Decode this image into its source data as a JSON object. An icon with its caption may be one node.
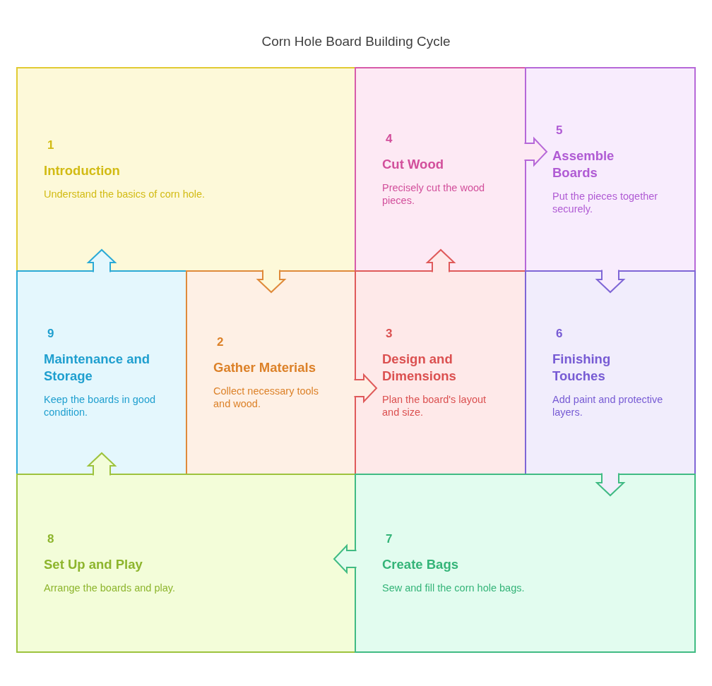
{
  "diagram": {
    "title": "Corn Hole Board Building Cycle",
    "nodes": [
      {
        "text": [
          "1",
          "Introduction",
          "Understand the basics of corn hole."
        ]
      },
      {
        "text": [
          "2",
          "Gather Materials",
          "Collect necessary tools and wood."
        ]
      },
      {
        "text": [
          "3",
          "Design and Dimensions",
          "Plan the board's layout and size."
        ]
      },
      {
        "text": [
          "4",
          "Cut Wood",
          "Precisely cut the wood pieces."
        ]
      },
      {
        "text": [
          "5",
          "Assemble Boards",
          "Put the pieces together securely."
        ]
      },
      {
        "text": [
          "6",
          "Finishing Touches",
          "Add paint and protective layers."
        ]
      },
      {
        "text": [
          "7",
          "Create Bags",
          "Sew and fill the corn hole bags."
        ]
      },
      {
        "text": [
          "8",
          "Set Up and Play",
          "Arrange the boards and play."
        ]
      },
      {
        "text": [
          "9",
          "Maintenance and Storage",
          "Keep the boards in good condition."
        ]
      }
    ],
    "edges": [
      {
        "from": 0,
        "to": 1,
        "arrow": "to"
      },
      {
        "from": 1,
        "to": 2,
        "arrow": "to"
      },
      {
        "from": 2,
        "to": 3,
        "arrow": "to"
      },
      {
        "from": 3,
        "to": 4,
        "arrow": "to"
      },
      {
        "from": 4,
        "to": 5,
        "arrow": "to"
      },
      {
        "from": 5,
        "to": 6,
        "arrow": "to"
      },
      {
        "from": 6,
        "to": 7,
        "arrow": "to"
      },
      {
        "from": 7,
        "to": 8,
        "arrow": "to"
      },
      {
        "from": 8,
        "to": 0,
        "arrow": "to"
      }
    ]
  }
}
